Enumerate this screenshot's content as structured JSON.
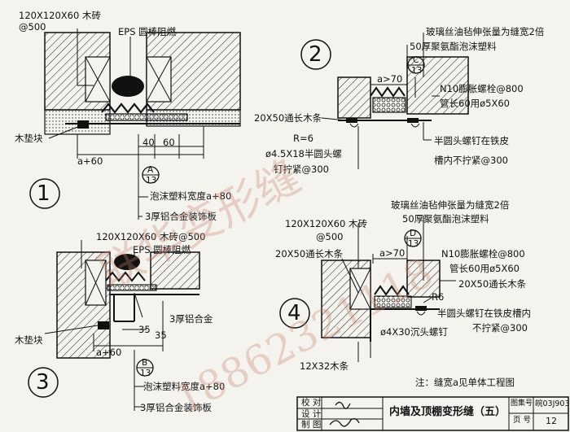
{
  "detail1": {
    "number": "1",
    "labels": {
      "brick": "120X120X60 木砖",
      "brick_spacing": "@500",
      "eps": "EPS 圆棒阻燃",
      "block": "木垫块",
      "dim_40": "40",
      "dim_60": "60",
      "dim_a60": "a+60",
      "ref_top": "A",
      "ref_bottom": "13",
      "foam": "泡沫塑料宽度a+80",
      "panel": "3厚铝合金装饰板"
    }
  },
  "detail2": {
    "number": "2",
    "labels": {
      "glass_felt": "玻璃丝油毡伸张量为缝宽2倍",
      "pu_foam": "50厚聚氨酯泡沫塑料",
      "ref_top": "C",
      "ref_bottom": "13",
      "dim_a70": "a>70",
      "bolt": "N10膨胀螺栓@800",
      "pipe": "管长60用ø5X60",
      "strip": "20X50通长木条",
      "radius": "R=6",
      "screw1": "ø4.5X18半圆头螺",
      "screw2": "钉拧紧@300",
      "rivet1": "半圆头螺钉在铁皮",
      "rivet2": "槽内不拧紧@300"
    }
  },
  "detail3": {
    "number": "3",
    "labels": {
      "brick": "120X120X60 木砖@500",
      "eps": "EPS 圆棒阻燃",
      "aluminum": "3厚铝合金",
      "block": "木垫块",
      "dim_35a": "35",
      "dim_35b": "35",
      "dim_a60": "a+60",
      "ref_top": "B",
      "ref_bottom": "13",
      "foam": "泡沫塑料宽度a+80",
      "panel": "3厚铝合金装饰板"
    }
  },
  "detail4": {
    "number": "4",
    "labels": {
      "glass_felt": "玻璃丝油毡伸张量为缝宽2倍",
      "pu_foam": "50厚聚氨酯泡沫塑料",
      "brick": "120X120X60 木砖",
      "brick_spacing": "@500",
      "ref_top": "D",
      "ref_bottom": "13",
      "dim_a70": "a>70",
      "strip_left": "20X50通长木条",
      "bolt": "N10膨胀螺栓@800",
      "pipe": "管长60用ø5X60",
      "strip_right": "20X50通长木条",
      "radius": "R6",
      "rivet1": "半圆头螺钉在铁皮槽内",
      "rivet2": "不拧紧@300",
      "countersunk": "ø4X30沉头螺钉",
      "batten": "12X32木条"
    }
  },
  "note": "注：缝宽a见单体工程图",
  "title_block": {
    "row1_label": "校 对",
    "row2_label": "设 计",
    "row3_label": "制 图",
    "title": "内墙及顶棚变形缝（五）",
    "atlas_label": "图集号",
    "atlas_value": "皖03J903",
    "page_label": "页 号",
    "page_value": "12"
  },
  "watermark": {
    "text1": "联华变形缝",
    "text2": "18862321118"
  }
}
